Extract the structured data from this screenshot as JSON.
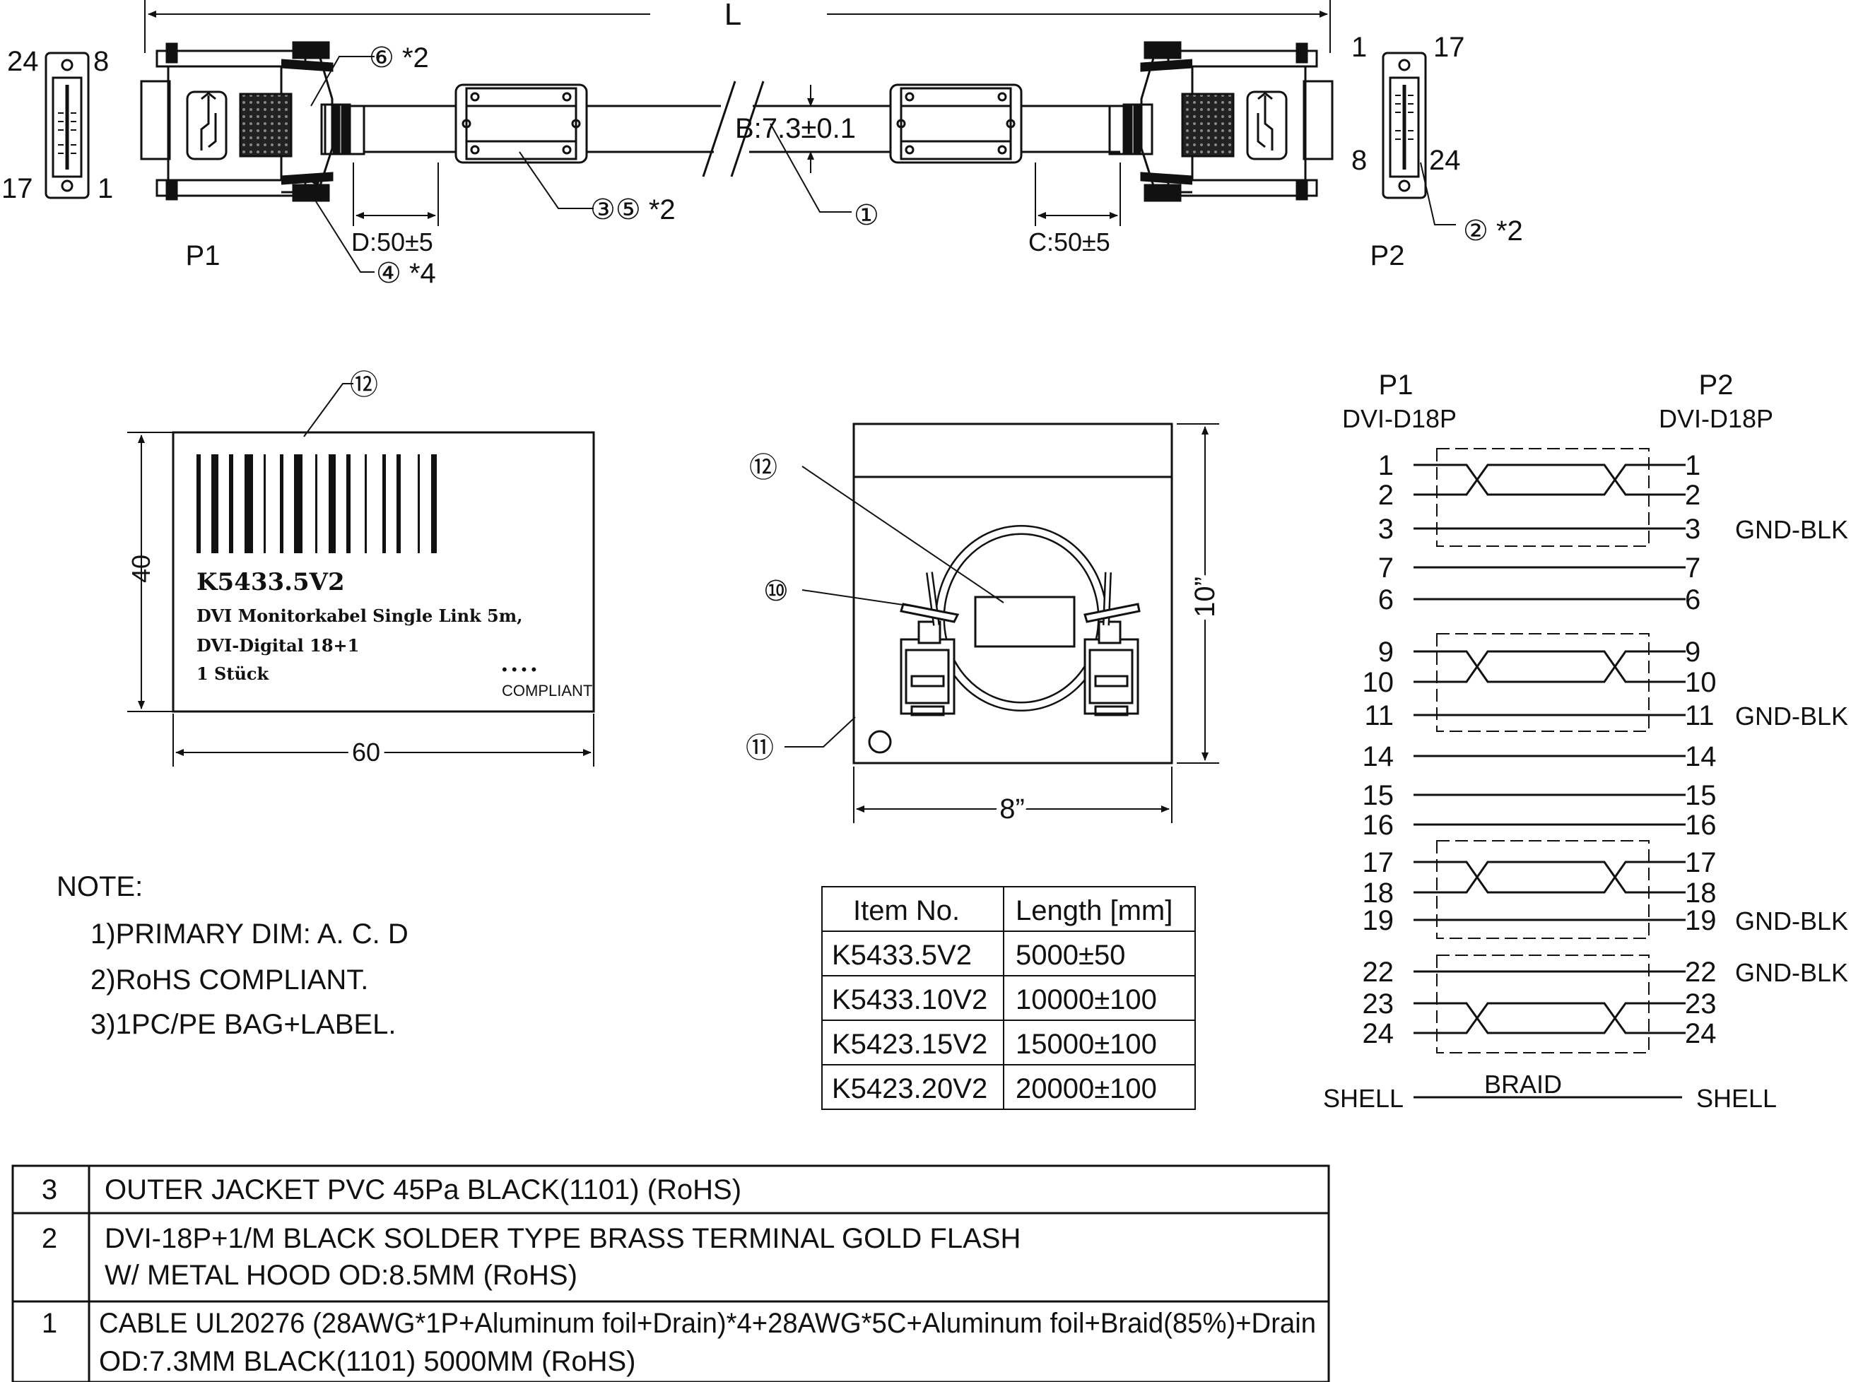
{
  "top": {
    "length_label": "L",
    "p1_label": "P1",
    "p2_label": "P2",
    "p1_pins": {
      "tl": "24",
      "tr": "8",
      "bl": "17",
      "br": "1"
    },
    "p2_pins": {
      "tl": "1",
      "tr": "17",
      "bl": "8",
      "br": "24"
    },
    "dim_b": "B:7.3±0.1",
    "dim_c": "C:50±5",
    "dim_d": "D:50±5",
    "callout_1": "①",
    "callout_2": "② *2",
    "callout_35": "③⑤ *2",
    "callout_4": "④ *4",
    "callout_6": "⑥ *2"
  },
  "label": {
    "callout": "⑫",
    "part_no": "K5433.5V2",
    "line1": "DVI Monitorkabel Single Link 5m,",
    "line2": "DVI-Digital 18+1",
    "line3": "1 Stück",
    "compliant": "COMPLIANT",
    "dots": "• • • •",
    "width": "60",
    "height": "40"
  },
  "bag": {
    "callout_12": "⑫",
    "callout_10": "⑩",
    "callout_11": "⑪",
    "width": "8”",
    "height": "10”"
  },
  "notes": {
    "title": "NOTE:",
    "items": [
      "1)PRIMARY DIM: A. C. D",
      "2)RoHS COMPLIANT.",
      "3)1PC/PE BAG+LABEL."
    ]
  },
  "length_table": {
    "headers": [
      "Item No.",
      "Length [mm]"
    ],
    "rows": [
      [
        "K5433.5V2",
        "5000±50"
      ],
      [
        "K5433.10V2",
        "10000±100"
      ],
      [
        "K5423.15V2",
        "15000±100"
      ],
      [
        "K5423.20V2",
        "20000±100"
      ]
    ]
  },
  "wiring": {
    "p1_title": "P1",
    "p1_type": "DVI-D18P",
    "p2_title": "P2",
    "p2_type": "DVI-D18P",
    "rows": [
      {
        "left": "1",
        "right": "1",
        "note": ""
      },
      {
        "left": "2",
        "right": "2",
        "note": ""
      },
      {
        "left": "3",
        "right": "3",
        "note": "GND-BLK"
      },
      {
        "left": "7",
        "right": "7",
        "note": ""
      },
      {
        "left": "6",
        "right": "6",
        "note": ""
      },
      {
        "left": "9",
        "right": "9",
        "note": ""
      },
      {
        "left": "10",
        "right": "10",
        "note": ""
      },
      {
        "left": "11",
        "right": "11",
        "note": "GND-BLK"
      },
      {
        "left": "14",
        "right": "14",
        "note": ""
      },
      {
        "left": "15",
        "right": "15",
        "note": ""
      },
      {
        "left": "16",
        "right": "16",
        "note": ""
      },
      {
        "left": "17",
        "right": "17",
        "note": ""
      },
      {
        "left": "18",
        "right": "18",
        "note": ""
      },
      {
        "left": "19",
        "right": "19",
        "note": "GND-BLK"
      },
      {
        "left": "22",
        "right": "22",
        "note": "GND-BLK"
      },
      {
        "left": "23",
        "right": "23",
        "note": ""
      },
      {
        "left": "24",
        "right": "24",
        "note": ""
      }
    ],
    "shell_left": "SHELL",
    "shell_right": "SHELL",
    "braid": "BRAID"
  },
  "bom": [
    {
      "no": "3",
      "lines": [
        "OUTER JACKET PVC 45Pa BLACK(1101) (RoHS)"
      ]
    },
    {
      "no": "2",
      "lines": [
        "DVI-18P+1/M BLACK SOLDER TYPE BRASS TERMINAL GOLD FLASH",
        "W/ METAL HOOD OD:8.5MM (RoHS)"
      ]
    },
    {
      "no": "1",
      "lines": [
        "CABLE UL20276 (28AWG*1P+Aluminum foil+Drain)*4+28AWG*5C+Aluminum foil+Braid(85%)+Drain",
        "OD:7.3MM BLACK(1101) 5000MM (RoHS)"
      ]
    }
  ]
}
